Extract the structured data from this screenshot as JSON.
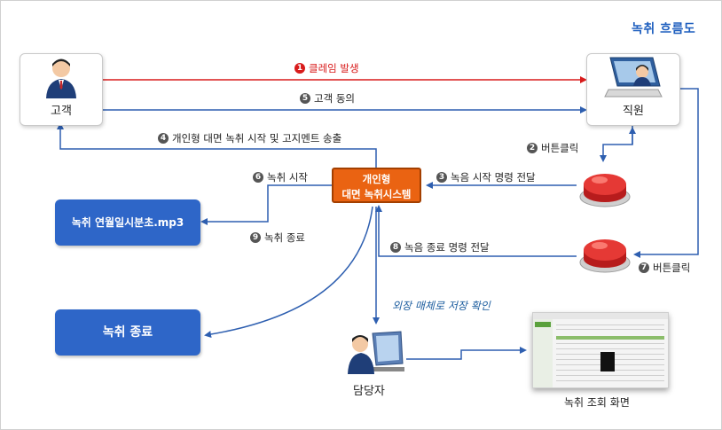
{
  "title": "녹취 흐름도",
  "actors": {
    "customer": "고객",
    "staff": "직원",
    "manager": "담당자"
  },
  "system": {
    "line1": "개인형",
    "line2": "대면 녹취시스템"
  },
  "boxes": {
    "recording_file": "녹취 연월일시분초.mp3",
    "recording_end": "녹취 종료"
  },
  "steps": [
    {
      "num": "1",
      "label": "클레임 발생"
    },
    {
      "num": "2",
      "label": "버튼클릭"
    },
    {
      "num": "3",
      "label": "녹음 시작 명령 전달"
    },
    {
      "num": "4",
      "label": "개인형 대면 녹취 시작 및 고지멘트 송출"
    },
    {
      "num": "5",
      "label": "고객 동의"
    },
    {
      "num": "6",
      "label": "녹취 시작"
    },
    {
      "num": "7",
      "label": "버튼클릭"
    },
    {
      "num": "8",
      "label": "녹음 종료 명령 전달"
    },
    {
      "num": "9",
      "label": "녹취 종료"
    }
  ],
  "storage_label": "외장 매체로 저장 확인",
  "screen_label": "녹취 조회 화면",
  "colors": {
    "accent": "#1f5fbf",
    "red": "#d81b1b",
    "arrow": "#2e5fb0",
    "system": "#ea6312",
    "box": "#2e66c8"
  }
}
